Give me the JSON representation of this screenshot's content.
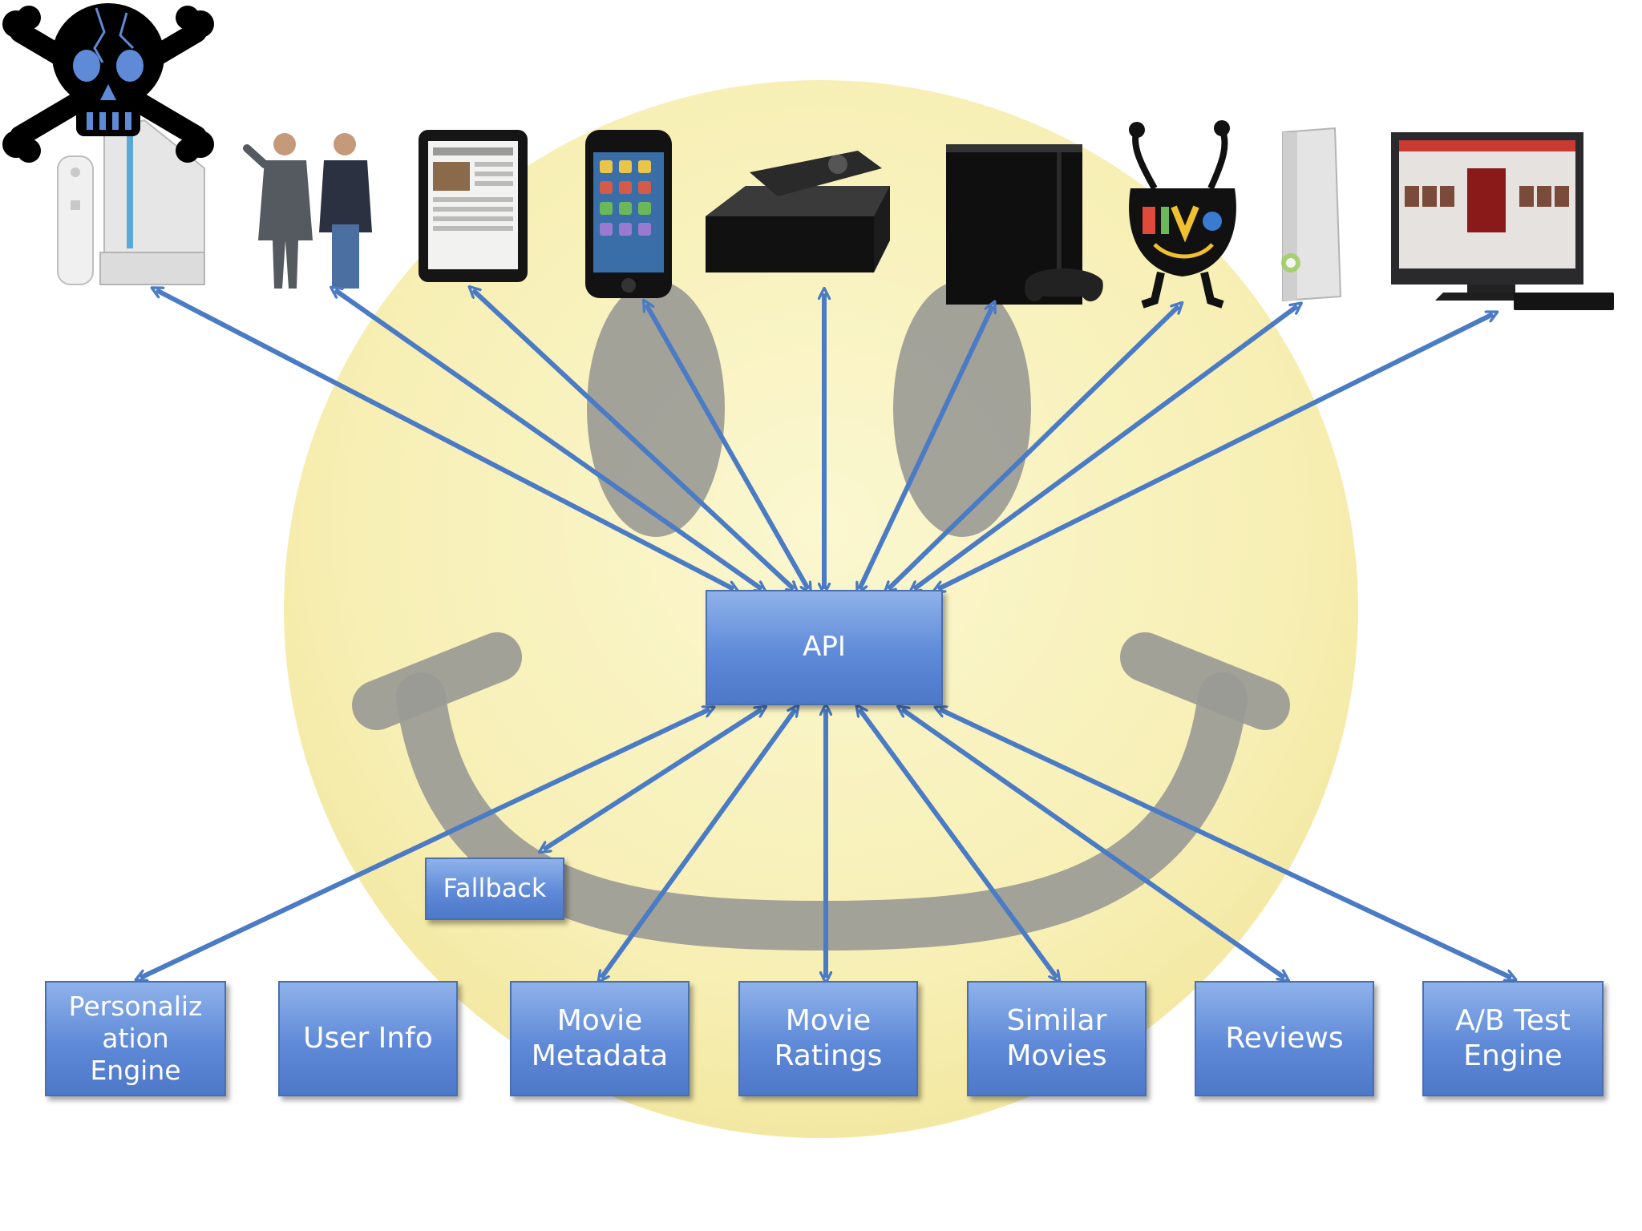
{
  "api": {
    "label": "API"
  },
  "fallback": {
    "label": "Fallback"
  },
  "services": [
    {
      "id": "personalization",
      "label": "Personaliz\nation\nEngine"
    },
    {
      "id": "user-info",
      "label": "User Info"
    },
    {
      "id": "movie-metadata",
      "label": "Movie\nMetadata"
    },
    {
      "id": "movie-ratings",
      "label": "Movie\nRatings"
    },
    {
      "id": "similar-movies",
      "label": "Similar\nMovies"
    },
    {
      "id": "reviews",
      "label": "Reviews"
    },
    {
      "id": "ab-test",
      "label": "A/B Test\nEngine"
    }
  ],
  "devices": [
    {
      "name": "wii-console-icon"
    },
    {
      "name": "people-icon"
    },
    {
      "name": "tablet-icon"
    },
    {
      "name": "smartphone-icon"
    },
    {
      "name": "streaming-box-icon"
    },
    {
      "name": "game-console-icon"
    },
    {
      "name": "tivo-icon"
    },
    {
      "name": "xbox-console-icon"
    },
    {
      "name": "smart-tv-icon"
    }
  ],
  "colors": {
    "arrow": "#4a7bc4",
    "box_top": "#8fb2ea",
    "box_bottom": "#4e78c8",
    "smiley_face": "#f8f2bc",
    "smiley_features": "#9b9b96"
  }
}
